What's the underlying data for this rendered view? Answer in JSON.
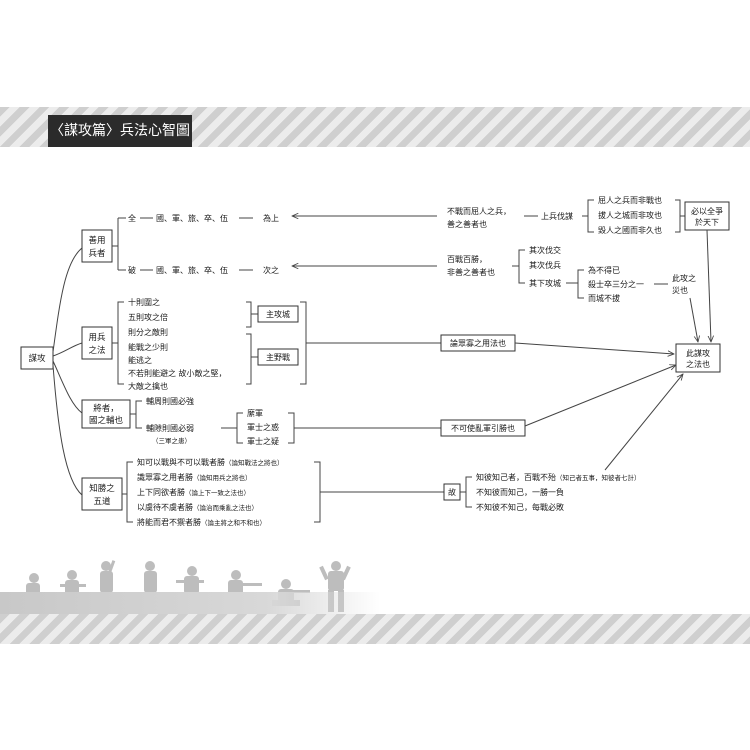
{
  "title": "〈謀攻篇〉兵法心智圖",
  "root": "謀攻",
  "branches": {
    "b1": {
      "label": [
        "善用",
        "兵者"
      ],
      "top": {
        "head": "全",
        "chain": "國、軍、旅、卒、伍",
        "tail": "為上"
      },
      "bottom": {
        "head": "破",
        "chain": "國、軍、旅、卒、伍",
        "tail": "次之"
      },
      "right_top": {
        "quote": [
          "不戰而屈人之兵，",
          "善之善者也"
        ],
        "mid": "上兵伐謀",
        "items": [
          "屈人之兵而非戰也",
          "拔人之城而非攻也",
          "毀人之國而非久也"
        ],
        "result": [
          "必以全爭",
          "於天下"
        ]
      },
      "right_bottom": {
        "quote": [
          "百戰百勝，",
          "非善之善者也"
        ],
        "items": [
          "其次伐交",
          "其次伐兵",
          "其下攻城"
        ],
        "sub": [
          "為不得已",
          "殺士卒三分之一",
          "而城不拔"
        ],
        "result": [
          "此攻之",
          "災也"
        ]
      }
    },
    "b2": {
      "label": [
        "用兵",
        "之法"
      ],
      "items": [
        "十則圍之",
        "五則攻之倍",
        "則分之敵則",
        "能戰之少則",
        "能逃之",
        "不若則能避之 故小敵之堅，",
        "大敵之擒也"
      ],
      "tags": [
        "主攻城",
        "主野戰"
      ],
      "link": "論眾寡之用法也"
    },
    "b3": {
      "label": [
        "將者，",
        "國之輔也"
      ],
      "items": [
        "輔周則國必強",
        "輔隙則國必弱"
      ],
      "note": "（三軍之患）",
      "list": [
        "縻軍",
        "軍士之惑",
        "軍士之疑"
      ],
      "link": "不可使亂軍引勝也"
    },
    "b4": {
      "label": [
        "知勝之",
        "五道"
      ],
      "items": [
        {
          "main": "知可以戰與不可以戰者勝",
          "note": "（論知戰法之將也）"
        },
        {
          "main": "識眾寡之用者勝",
          "note": "（論知用兵之將也）"
        },
        {
          "main": "上下同欲者勝",
          "note": "（論上下一致之法也）"
        },
        {
          "main": "以虞待不虞者勝",
          "note": "（論治而乘亂之法也）"
        },
        {
          "main": "將能而君不禦者勝",
          "note": "（論主將之和不和也）"
        }
      ],
      "mid": "故",
      "results": [
        {
          "main": "知彼知己者，百戰不殆",
          "note": "（知己者五事，知彼者七計）"
        },
        {
          "main": "不知彼而知己，一勝一負",
          "note": ""
        },
        {
          "main": "不知彼不知己，每戰必敗",
          "note": ""
        }
      ]
    },
    "final": [
      "此謀攻",
      "之法也"
    ]
  }
}
